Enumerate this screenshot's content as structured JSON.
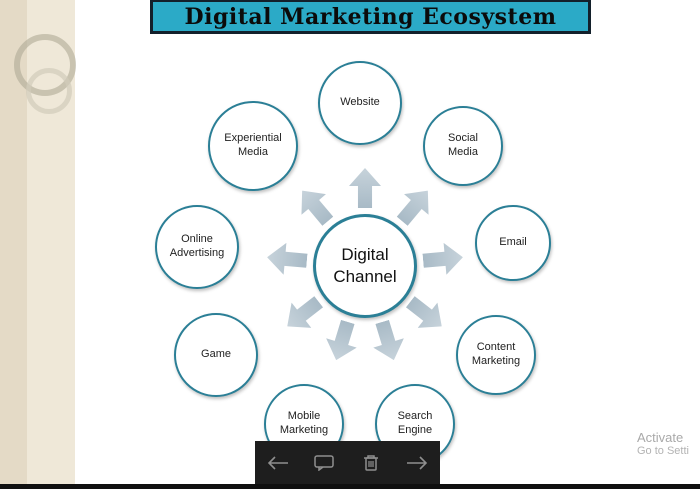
{
  "slide": {
    "title": "Digital Marketing Ecosystem"
  },
  "diagram": {
    "center": {
      "label": "Digital Channel"
    },
    "nodes": [
      {
        "label": "Website"
      },
      {
        "label": "Social Media"
      },
      {
        "label": "Email"
      },
      {
        "label": "Content Marketing"
      },
      {
        "label": "Search Engine"
      },
      {
        "label": "Mobile Marketing"
      },
      {
        "label": "Game"
      },
      {
        "label": "Online Advertising"
      },
      {
        "label": "Experiential Media"
      }
    ]
  },
  "toolbar": {
    "icons": [
      "prev-arrow",
      "comment",
      "trash",
      "next-arrow"
    ]
  },
  "watermark": {
    "line1": "Activate",
    "line2": "Go to Setti"
  },
  "colors": {
    "banner_bg": "#2BAAC7",
    "banner_text": "#0B0B0B",
    "circle_border": "#2B7F96",
    "arrow": "#B0C1CC",
    "stripe": "#E4DAC6",
    "toolbar_bg": "#1E1E1E"
  }
}
